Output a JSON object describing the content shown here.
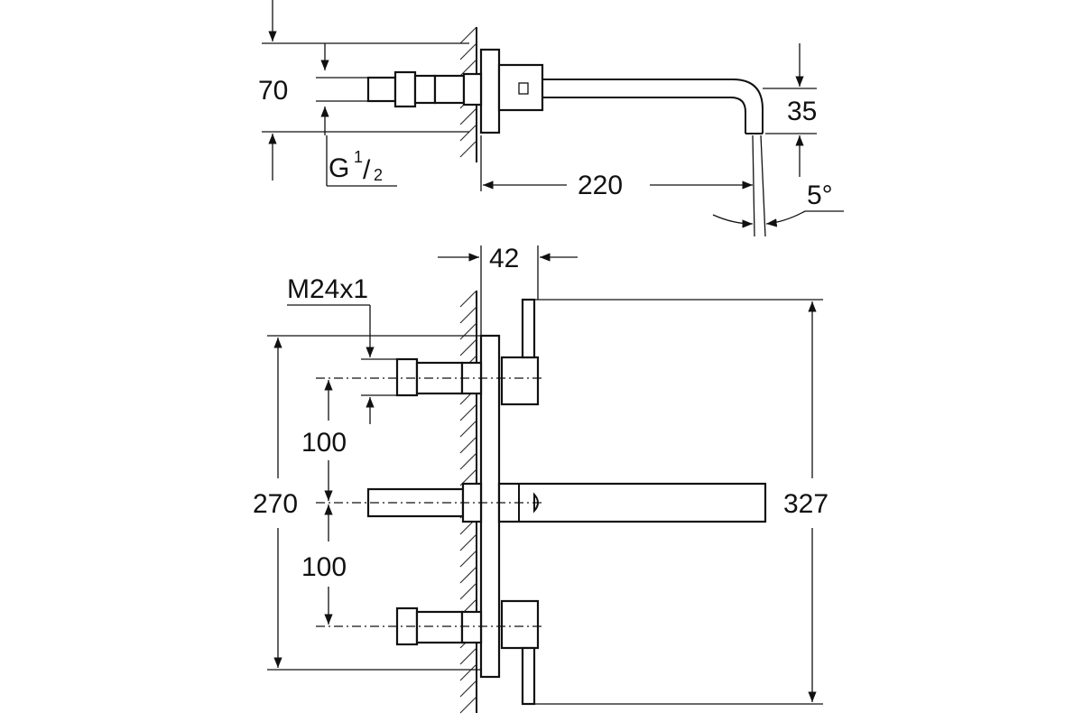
{
  "drawing": {
    "side_view": {
      "dim_height": "70",
      "dim_spout_drop": "35",
      "dim_spout_reach": "220",
      "dim_angle": "5°",
      "thread_prefix": "G ",
      "thread_numerator": "1",
      "thread_denominator": "2"
    },
    "front_view": {
      "dim_depth": "42",
      "thread_label": "M24x1",
      "dim_upper_spacing": "100",
      "dim_lower_spacing": "100",
      "dim_valve_span": "270",
      "dim_total_height": "327"
    }
  }
}
